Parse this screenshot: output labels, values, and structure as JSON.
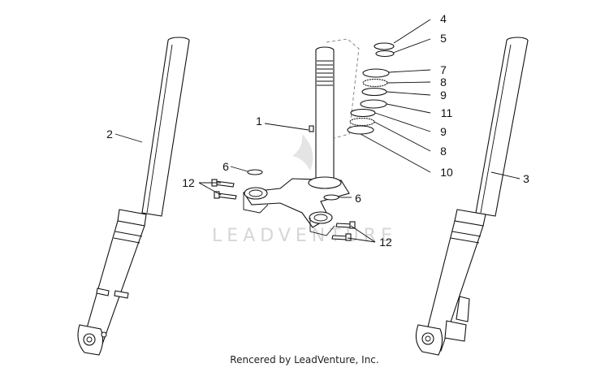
{
  "watermark": {
    "text": "LEADVENTURE"
  },
  "footer": {
    "credit": "Rencered by LeadVenture, Inc."
  },
  "callouts": [
    {
      "id": "c1",
      "label": "1"
    },
    {
      "id": "c2",
      "label": "2"
    },
    {
      "id": "c3",
      "label": "3"
    },
    {
      "id": "c4",
      "label": "4"
    },
    {
      "id": "c5",
      "label": "5"
    },
    {
      "id": "c6a",
      "label": "6"
    },
    {
      "id": "c6b",
      "label": "6"
    },
    {
      "id": "c7",
      "label": "7"
    },
    {
      "id": "c8a",
      "label": "8"
    },
    {
      "id": "c8b",
      "label": "8"
    },
    {
      "id": "c9a",
      "label": "9"
    },
    {
      "id": "c9b",
      "label": "9"
    },
    {
      "id": "c10",
      "label": "10"
    },
    {
      "id": "c11",
      "label": "11"
    },
    {
      "id": "c12a",
      "label": "12"
    },
    {
      "id": "c12b",
      "label": "12"
    }
  ]
}
